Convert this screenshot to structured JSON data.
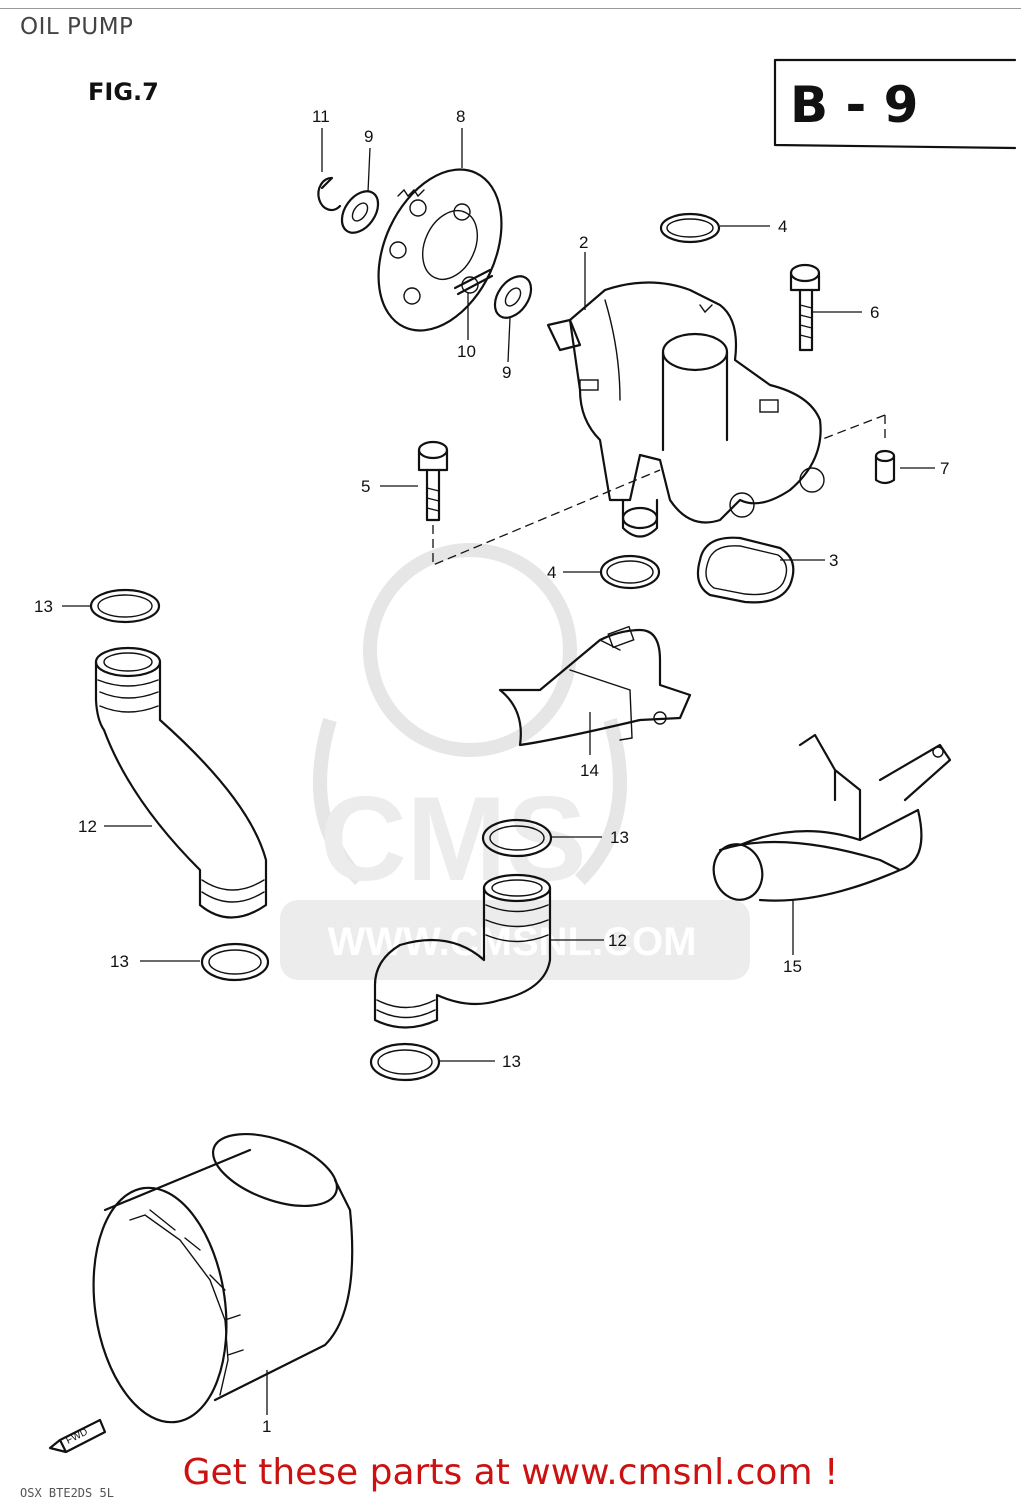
{
  "header": {
    "title": "OIL PUMP"
  },
  "figure": {
    "label": "FIG.7",
    "section": "B - 9"
  },
  "watermark": {
    "text": "WWW.CMSNL.COM",
    "logo": "CMS"
  },
  "fwd_mark": "FWD",
  "part_labels": {
    "p1": "1",
    "p2": "2",
    "p3": "3",
    "p4a": "4",
    "p4b": "4",
    "p5": "5",
    "p6": "6",
    "p7": "7",
    "p8": "8",
    "p9a": "9",
    "p9b": "9",
    "p10": "10",
    "p11": "11",
    "p12a": "12",
    "p12b": "12",
    "p13a": "13",
    "p13b": "13",
    "p13c": "13",
    "p13d": "13",
    "p14": "14",
    "p15": "15"
  },
  "footer": {
    "cta": "Get these parts at www.cmsnl.com !",
    "code": "OSX BTE2DS 5L"
  },
  "colors": {
    "cta": "#cc1111",
    "line_art": "#111111",
    "watermark": "#e6e6e6"
  }
}
